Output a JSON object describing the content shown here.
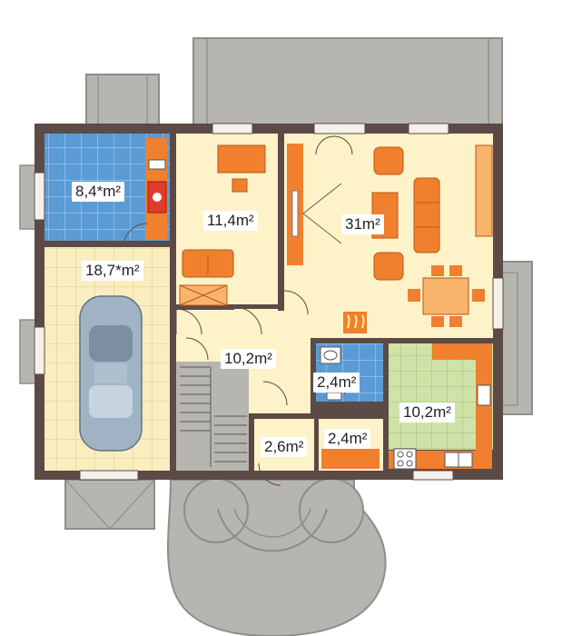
{
  "colors": {
    "wall": "#5b4a46",
    "terrace": "#b7b5b0",
    "terrace_stroke": "#8f8d88",
    "floor_cream": "#fdf2c8",
    "garage_floor": "#faeec0",
    "tile_blue": "#5b9bd5",
    "tile_green": "#cfe3a8",
    "furniture_orange": "#f07f2e",
    "furniture_light": "#f8b46a",
    "car": "#9fb3c4"
  },
  "rooms": [
    {
      "id": "boiler",
      "area": "8,4*m²"
    },
    {
      "id": "garage",
      "area": "18,7*m²"
    },
    {
      "id": "study",
      "area": "11,4m²"
    },
    {
      "id": "living",
      "area": "31m²"
    },
    {
      "id": "hall",
      "area": "10,2m²"
    },
    {
      "id": "wc",
      "area": "2,4m²"
    },
    {
      "id": "kitchen",
      "area": "10,2m²"
    },
    {
      "id": "vestibule",
      "area": "2,6m²"
    },
    {
      "id": "pantry",
      "area": "2,4m²"
    }
  ]
}
